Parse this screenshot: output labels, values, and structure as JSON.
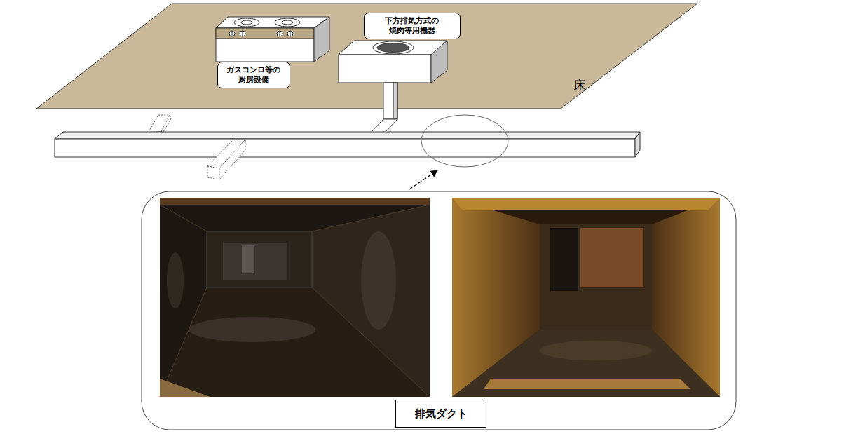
{
  "diagram": {
    "nodes": [
      {
        "text": [
          "ガスコンロ等の 厨房設備"
        ]
      },
      {
        "text": [
          "下方排気方式の 焼肉等用機器"
        ]
      },
      {
        "text": [
          "排気ダクト"
        ]
      }
    ],
    "labels": [
      "床"
    ]
  }
}
